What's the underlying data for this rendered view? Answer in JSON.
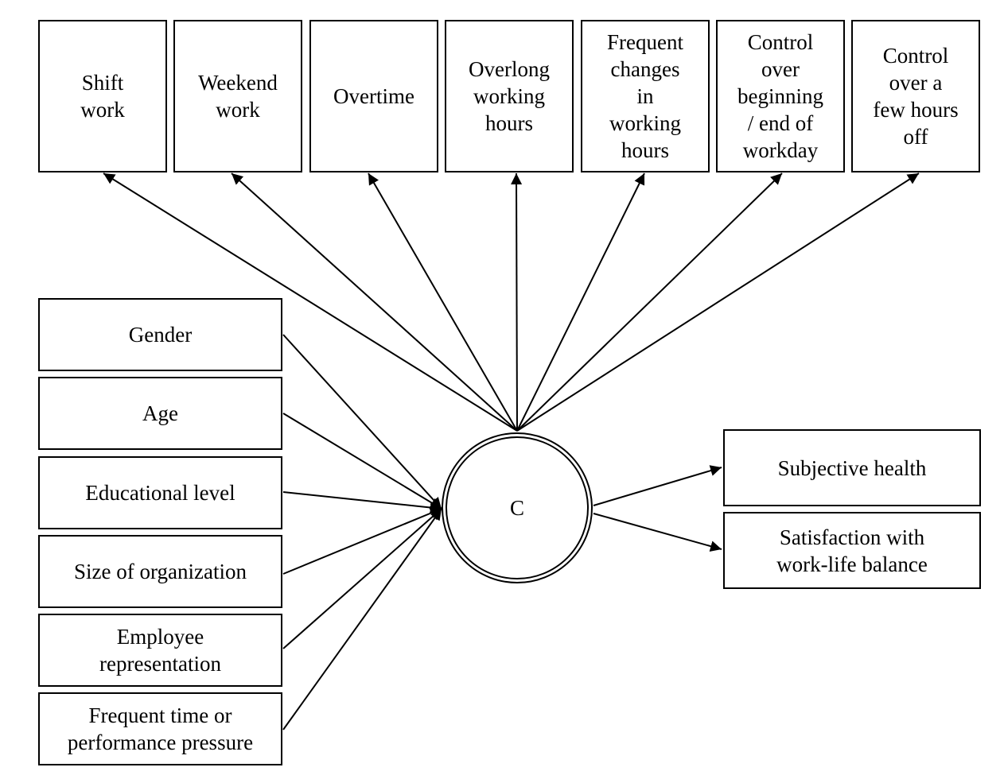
{
  "diagram": {
    "indicators": [
      "Shift\nwork",
      "Weekend\nwork",
      "Overtime",
      "Overlong\nworking\nhours",
      "Frequent\nchanges\nin\nworking\nhours",
      "Control\nover\nbeginning\n/ end of\nworkday",
      "Control\nover a\nfew hours\noff"
    ],
    "covariates": [
      "Gender",
      "Age",
      "Educational level",
      "Size of organization",
      "Employee\nrepresentation",
      "Frequent time or\nperformance pressure"
    ],
    "latent": "C",
    "outcomes": [
      "Subjective health",
      "Satisfaction with\nwork-life balance"
    ]
  }
}
